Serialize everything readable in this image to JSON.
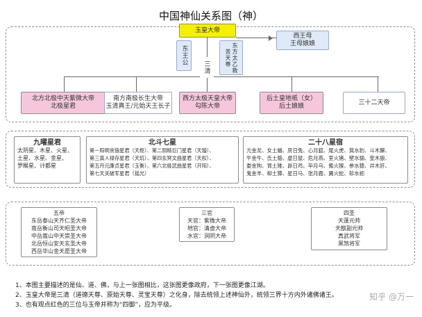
{
  "title": "中国神仙关系图（神）",
  "top": {
    "jade_emperor": "玉皇大帝",
    "dong_wang_gong": "东王公",
    "san_qing": "三清",
    "taiyi": "东方太乙救苦天尊",
    "xiwangmu_1": "西王母",
    "xiwangmu_2": "王母娘娘"
  },
  "row2": [
    {
      "lines": [
        "北方北极中天紫微大帝",
        "北极星君"
      ],
      "pink": true
    },
    {
      "lines": [
        "南方南极长生大帝",
        "玉清真王/元始天王长子"
      ],
      "pink": false
    },
    {
      "lines": [
        "西方太极天皇大帝",
        "勾陈大帝"
      ],
      "pink": true
    },
    {
      "lines": [
        "后土皇地祇（女）",
        "后土娘娘"
      ],
      "pink": true
    },
    {
      "lines": [
        "三十二天帝"
      ],
      "pink": false
    }
  ],
  "stars": {
    "jiuyao": {
      "title": "九曜星君",
      "rows": [
        "太阴星、木星、火星、",
        "土星、水星、金星、",
        "罗睺星、计都星"
      ]
    },
    "beidou": {
      "title": "北斗七星",
      "rows": [
        "第一阳明贪狼星君（天枢）、第二阴精巨门星君（天璇）、",
        "第三真人禄存星君（天玑）、第四玄冥文曲星君（天权）、",
        "第五丹元廉贞星君（玉衡）、第六北极武曲星君（开阳）、",
        "第七天关破军星君（摇光）"
      ]
    },
    "ershiba": {
      "title": "二十八星宿",
      "rows": [
        "亢金龙、女土蝠、房日兔、心月狐、尾火虎、箕水豹、斗木獬、",
        "牛金牛、氐土貉、虚日鼠、危月燕、室火猪、壁水貐、奎木狼、",
        "娄金狗、胃土雉、昴日鸡、毕月乌、觜火猴、参水猿、井木犴、",
        "鬼金羊、柳土獐、星日马、张月鹿、翼火蛇、轸水蚓"
      ]
    }
  },
  "bottom": {
    "wudi": {
      "title": "五帝",
      "rows": [
        "东岳泰山天齐仁圣大帝",
        "南岳衡山司天昭圣大帝",
        "中岳嵩山中天崇圣大帝",
        "北岳恒山安天玄圣大帝",
        "西岳华山金天愿圣大帝"
      ]
    },
    "sanguan": {
      "title": "三官",
      "rows": [
        "天官：紫微大帝",
        "地官：清虚大帝",
        "水官：洞阴大帝"
      ]
    },
    "sisheng": {
      "title": "四圣",
      "rows": [
        "天蓬元帅",
        "天猷副元帅",
        "真武将军",
        "黑煞将军"
      ]
    }
  },
  "notes": [
    "1、本图主要描述的是仙、道、佛，与上一张图相比，这张图更像政府，下一张图更像江湖。",
    "2、玉皇大帝是三清（道德天尊、原始天尊、灵宝天尊）之化身，除去统领上述神仙外，统领三界十方内外诸佛诸王。",
    "3、也有观点红色的三位与玉帝并称为“四御”，应为平级。"
  ],
  "watermark": "知乎 @万一",
  "colors": {
    "pink": "#f6c7dc",
    "yellow": "#f5f000",
    "blue": "#dfe9f7"
  }
}
